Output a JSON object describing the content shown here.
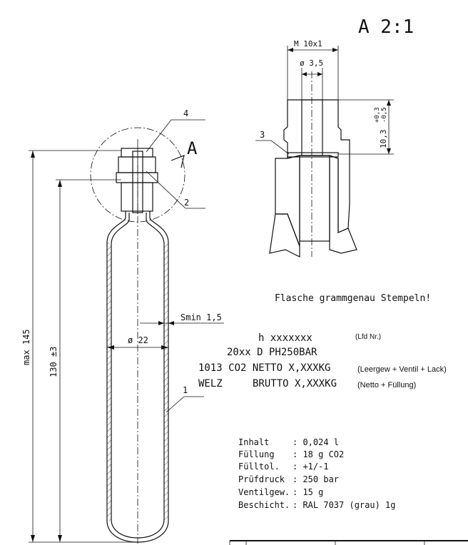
{
  "detail": {
    "title": "A 2:1",
    "thread": "M 10x1",
    "bore": "ø 3,5",
    "height": "10,3",
    "tol_upper": "+0,3",
    "tol_lower": "-0,5",
    "item": "3"
  },
  "view_marker": "A",
  "items": {
    "i1": "1",
    "i2": "2",
    "i4": "4"
  },
  "dimensions": {
    "max_length": "max 145",
    "length": "130 ±3",
    "diameter": "ø 22",
    "wall": "Smin 1,5"
  },
  "note": "Flasche grammgenau Stempeln!",
  "stamp": {
    "line1": "h  xxxxxxx",
    "line1_note": "(Lfd Nr.)",
    "line2": "20xx D  PH250BAR",
    "line3": "1013 CO2 NETTO  X,XXXKG",
    "line3_note": "(Leergew + Ventil + Lack)",
    "line4a": "WELZ",
    "line4b": "BRUTTO X,XXXKG",
    "line4_note": "(Netto + Füllung)"
  },
  "specs": [
    {
      "label": "Inhalt",
      "value": ":  0,024 l"
    },
    {
      "label": "Füllung",
      "value": ":  18 g CO2"
    },
    {
      "label": "Fülltol.",
      "value": ":  +1/-1"
    },
    {
      "label": "Prüfdruck",
      "value": ":  250 bar"
    },
    {
      "label": "Ventilgew.",
      "value": ":  15 g"
    },
    {
      "label": "Beschicht.",
      "value": ":  RAL 7037 (grau) 1g"
    }
  ]
}
